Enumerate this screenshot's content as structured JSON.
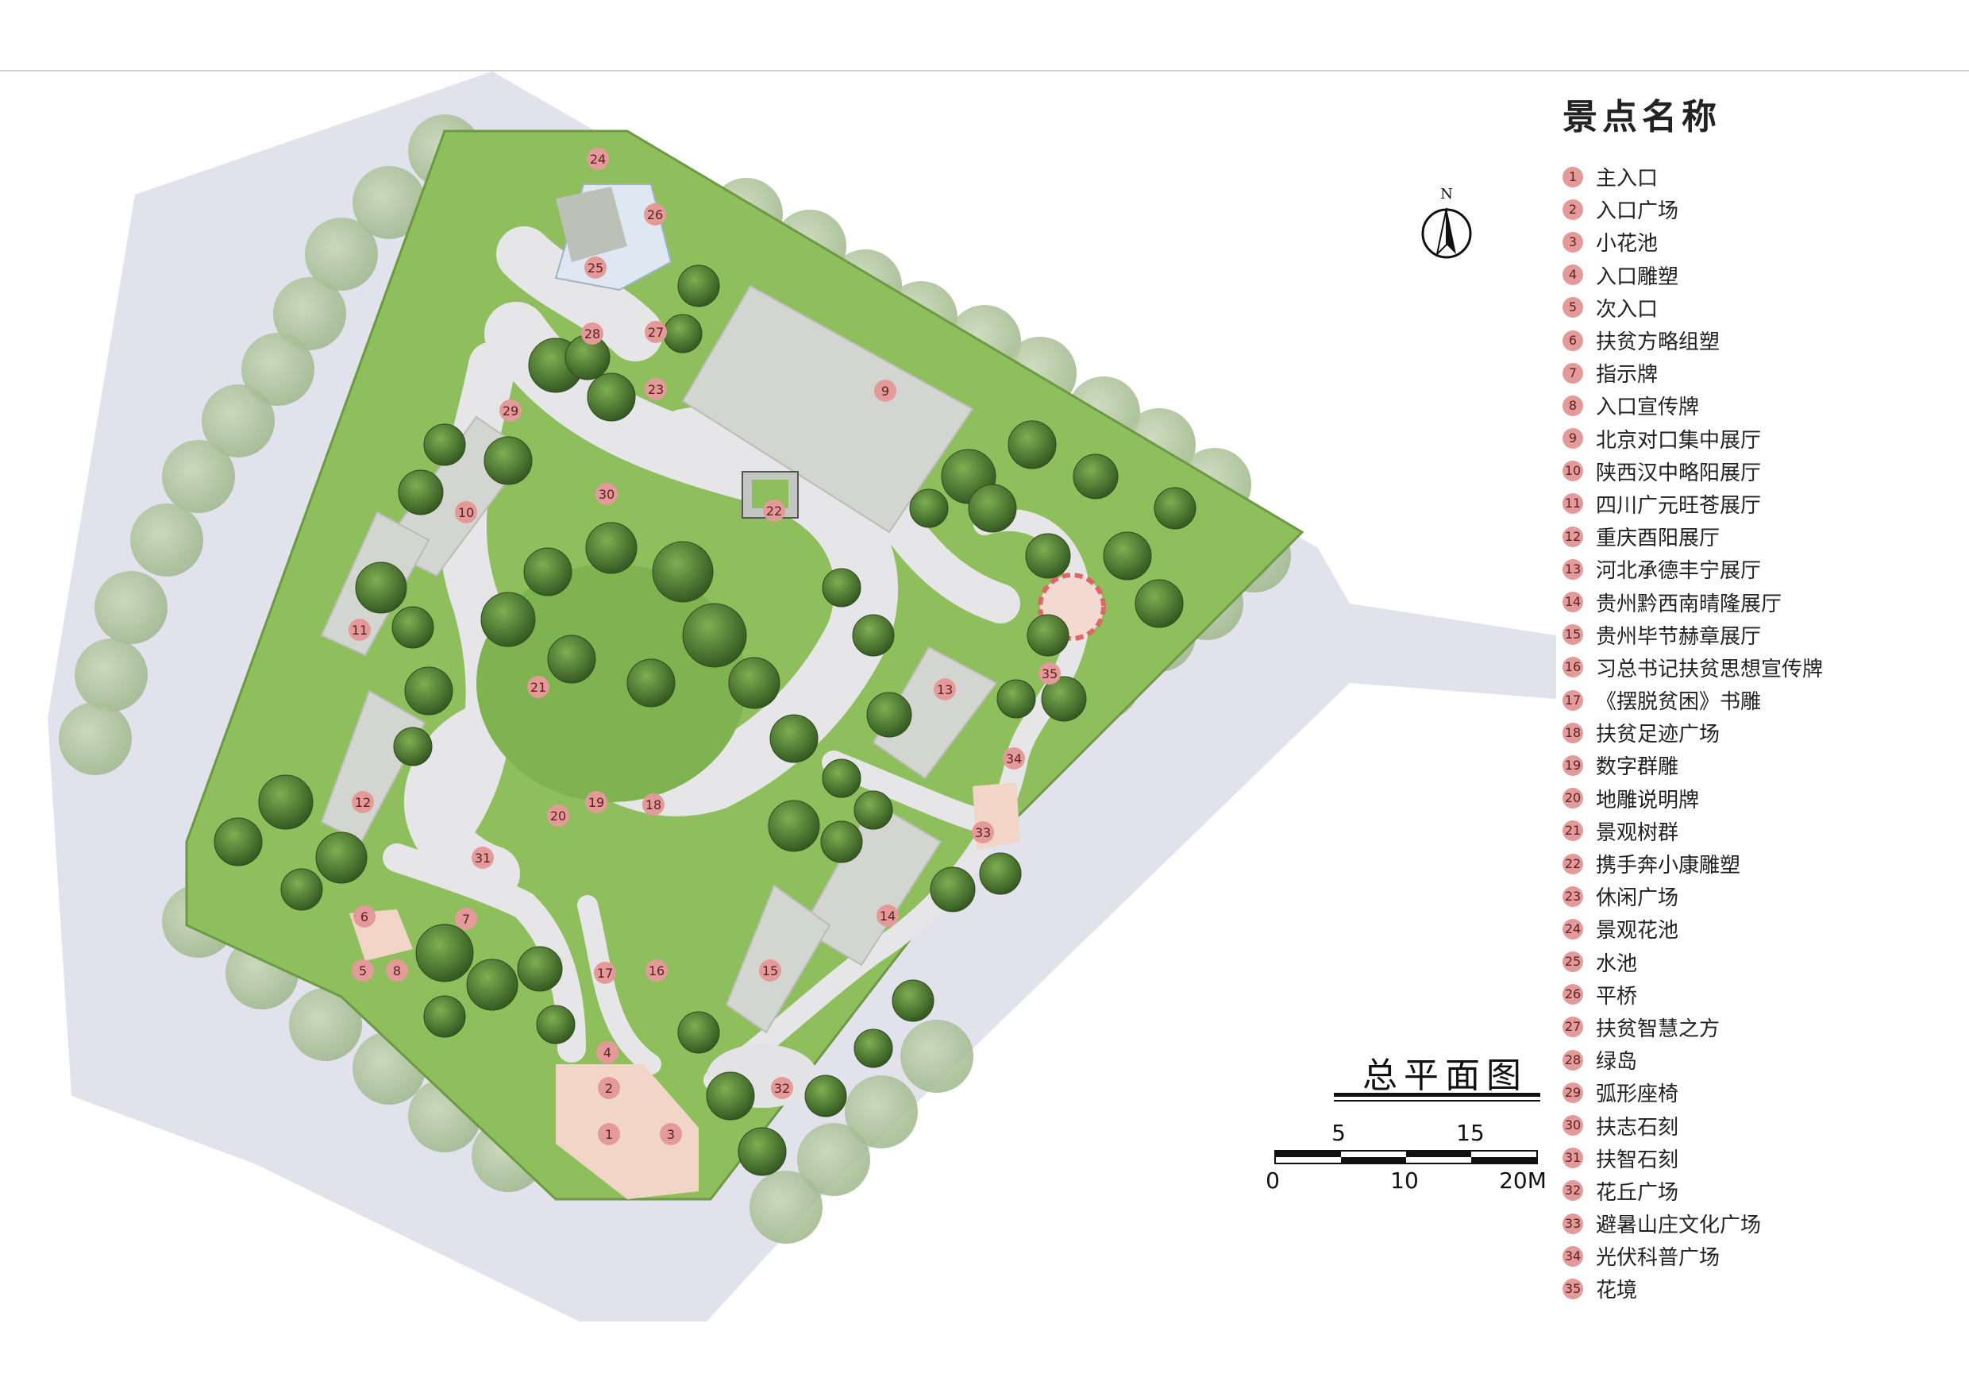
{
  "plan_title": "总平面图",
  "legend": {
    "title": "景点名称",
    "items": [
      {
        "num": "1",
        "name": "主入口"
      },
      {
        "num": "2",
        "name": "入口广场"
      },
      {
        "num": "3",
        "name": "小花池"
      },
      {
        "num": "4",
        "name": "入口雕塑"
      },
      {
        "num": "5",
        "name": "次入口"
      },
      {
        "num": "6",
        "name": "扶贫方略组塑"
      },
      {
        "num": "7",
        "name": "指示牌"
      },
      {
        "num": "8",
        "name": "入口宣传牌"
      },
      {
        "num": "9",
        "name": "北京对口集中展厅"
      },
      {
        "num": "10",
        "name": "陕西汉中略阳展厅"
      },
      {
        "num": "11",
        "name": "四川广元旺苍展厅"
      },
      {
        "num": "12",
        "name": "重庆酉阳展厅"
      },
      {
        "num": "13",
        "name": "河北承德丰宁展厅"
      },
      {
        "num": "14",
        "name": "贵州黔西南晴隆展厅"
      },
      {
        "num": "15",
        "name": "贵州毕节赫章展厅"
      },
      {
        "num": "16",
        "name": "习总书记扶贫思想宣传牌"
      },
      {
        "num": "17",
        "name": "《摆脱贫困》书雕"
      },
      {
        "num": "18",
        "name": "扶贫足迹广场"
      },
      {
        "num": "19",
        "name": "数字群雕"
      },
      {
        "num": "20",
        "name": "地雕说明牌"
      },
      {
        "num": "21",
        "name": "景观树群"
      },
      {
        "num": "22",
        "name": "携手奔小康雕塑"
      },
      {
        "num": "23",
        "name": "休闲广场"
      },
      {
        "num": "24",
        "name": "景观花池"
      },
      {
        "num": "25",
        "name": "水池"
      },
      {
        "num": "26",
        "name": "平桥"
      },
      {
        "num": "27",
        "name": "扶贫智慧之方"
      },
      {
        "num": "28",
        "name": "绿岛"
      },
      {
        "num": "29",
        "name": "弧形座椅"
      },
      {
        "num": "30",
        "name": "扶志石刻"
      },
      {
        "num": "31",
        "name": "扶智石刻"
      },
      {
        "num": "32",
        "name": "花丘广场"
      },
      {
        "num": "33",
        "name": "避暑山庄文化广场"
      },
      {
        "num": "34",
        "name": "光伏科普广场"
      },
      {
        "num": "35",
        "name": "花境"
      }
    ]
  },
  "compass": {
    "label": "N",
    "icon": "north-arrow-icon"
  },
  "scale_bar": {
    "top_labels": [
      "5",
      "15"
    ],
    "bottom_labels": [
      "0",
      "10",
      "20M"
    ]
  },
  "map_markers": [
    "1",
    "2",
    "3",
    "4",
    "5",
    "6",
    "7",
    "8",
    "9",
    "10",
    "11",
    "12",
    "13",
    "14",
    "15",
    "16",
    "17",
    "18",
    "19",
    "20",
    "21",
    "22",
    "23",
    "24",
    "25",
    "26",
    "27",
    "28",
    "29",
    "30",
    "31",
    "32",
    "33",
    "34",
    "35"
  ],
  "colors": {
    "lawn": "#8fbf5c",
    "lawn_dark": "#6fa044",
    "path": "#e6e6e8",
    "surround": "#e2e2ec",
    "building": "#d3d6d0",
    "marker": "#e39a98",
    "plaza": "#f1d6c8"
  }
}
